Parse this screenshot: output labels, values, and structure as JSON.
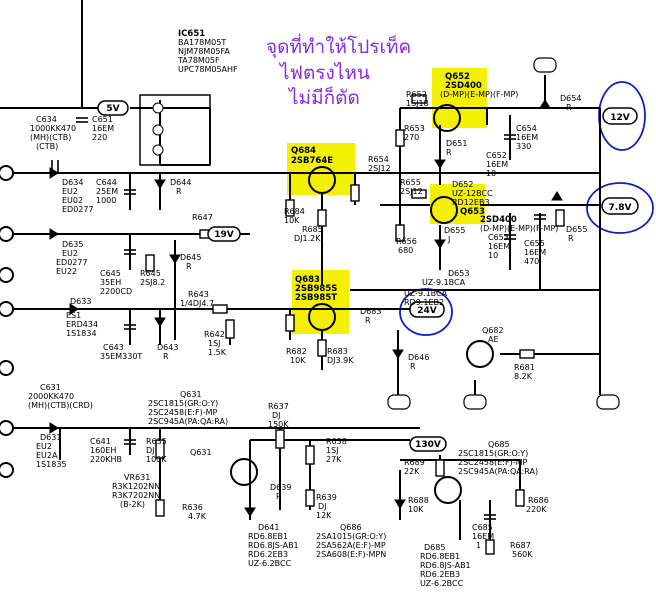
{
  "annotation": {
    "line1": "จุดที่ทำให้โปรเท็ค",
    "line2": "ไฟตรงไหน",
    "line3": "ไม่มีก็ตัด"
  },
  "tags": {
    "v5": "5V",
    "v19": "19V",
    "v24": "24V",
    "v130": "130V",
    "v12": "12V",
    "v7_8": "7.8V"
  },
  "labels": {
    "ic651": [
      "IC651",
      "BA178M05T",
      "NJM78M05FA",
      "TA78M05F",
      "UPC78M05AHF"
    ],
    "c634": [
      "C634",
      "1000KK470",
      "(MH)(CTB)",
      "(CTB)"
    ],
    "c651": [
      "C651",
      "16EM",
      "220"
    ],
    "d634": [
      "D634",
      "EU2",
      "EU02",
      "ED0277"
    ],
    "c644": [
      "C644",
      "25EM",
      "1000"
    ],
    "d644": [
      "D644",
      "R"
    ],
    "r647": [
      "R647"
    ],
    "d635": [
      "D635",
      "EU2",
      "ED0277",
      "EU22"
    ],
    "c645": [
      "C645",
      "35EH",
      "2200CD"
    ],
    "r645": [
      "R645",
      "2SJ8.2"
    ],
    "d645": [
      "D645",
      "R"
    ],
    "r643": [
      "R643",
      "1/4DJ4.7"
    ],
    "d633": [
      "D633"
    ],
    "es1": [
      "ES1",
      "ERD434",
      "1S1834"
    ],
    "c643": [
      "C643",
      "35EM330T"
    ],
    "d643": [
      "D643",
      "R"
    ],
    "r642": [
      "R642",
      "1SJ",
      "1.5K"
    ],
    "c631": [
      "C631",
      "2000KK470",
      "(MH)(CTB)(CRD)"
    ],
    "d631": [
      "D631",
      "EU2",
      "EU2A",
      "1S1835"
    ],
    "c641": [
      "C641",
      "160EH",
      "220KHB"
    ],
    "r635": [
      "R635",
      "DJ",
      "100K"
    ],
    "q631": [
      "Q631",
      "2SC1815(GR:O:Y)",
      "2SC2458(E:F)-MP",
      "2SC945A(PA:QA:RA)"
    ],
    "q631_tag": [
      "Q631"
    ],
    "vr631": [
      "VR631",
      "R3K1202NN",
      "R3K7202NN",
      "(B-2K)"
    ],
    "r636": [
      "R636",
      "4.7K"
    ],
    "r637": [
      "R637",
      "DJ",
      "150K"
    ],
    "r638": [
      "R638",
      "1SJ",
      "27K"
    ],
    "d639": [
      "D639",
      "R"
    ],
    "r639": [
      "R639",
      "DJ",
      "12K"
    ],
    "d641": [
      "D641",
      "RD6.8EB1",
      "RD6.8JS-AB1",
      "RD6.2EB3",
      "UZ-6.2BCC"
    ],
    "q686": [
      "Q686",
      "2SA1015(GR:O:Y)",
      "2SA562A(E:F)-MP",
      "2SA608(E:F)-MPN"
    ],
    "r689": [
      "R689",
      "22K"
    ],
    "r688": [
      "R688",
      "10K"
    ],
    "q685": [
      "Q685",
      "2SC1815(GR:O:Y)",
      "2SC2458(E:F)-MP",
      "2SC945A(PA:QA:RA)"
    ],
    "r686": [
      "R686",
      "220K"
    ],
    "c685": [
      "C685",
      "16EM",
      "1"
    ],
    "r687": [
      "R687",
      "560K"
    ],
    "d685": [
      "D685",
      "RD6.8EB1",
      "RD6.8JS-AB1",
      "RD6.2EB3",
      "UZ-6.2BCC"
    ],
    "r682": [
      "R682",
      "10K"
    ],
    "r683": [
      "R683",
      "DJ3.9K"
    ],
    "d683": [
      "D683",
      "R"
    ],
    "d646": [
      "D646",
      "R"
    ],
    "q682": [
      "Q682",
      "AE"
    ],
    "r681": [
      "R681",
      "8.2K"
    ],
    "d653b": [
      "UZ-9.1BCA",
      "RD9.1EB2"
    ],
    "q684": [
      "Q684",
      "2SB764E"
    ],
    "r684": [
      "R684",
      "10K"
    ],
    "r685": [
      "R685",
      "DJ1.2K"
    ],
    "q683": [
      "Q683",
      "2SB985S",
      "2SB985T"
    ],
    "q652": [
      "Q652",
      "2SD400",
      "(D-MP)(E-MP)(F-MP)"
    ],
    "r652": [
      "R652",
      "1SJ18"
    ],
    "r653": [
      "R653",
      "270"
    ],
    "r654": [
      "R654",
      "2SJ12"
    ],
    "r655": [
      "R655",
      "2SJ12"
    ],
    "d651": [
      "D651",
      "R"
    ],
    "c652": [
      "C652",
      "16EM",
      "10"
    ],
    "c654": [
      "C654",
      "16EM",
      "330"
    ],
    "d654": [
      "D654",
      "R"
    ],
    "d652": [
      "D652",
      "UZ-12BCC",
      "RD12EB3"
    ],
    "q653": [
      "Q653",
      "2SD400",
      "(D-MP)(E-MP)(F-MP)"
    ],
    "d655": [
      "D655",
      "J"
    ],
    "c653": [
      "C653",
      "16EM",
      "10"
    ],
    "c655": [
      "C655",
      "16EM",
      "470"
    ],
    "d655b": [
      "D655",
      "R"
    ],
    "r656": [
      "R656",
      "680"
    ],
    "d653": [
      "D653",
      "UZ-9.1BCA"
    ]
  }
}
